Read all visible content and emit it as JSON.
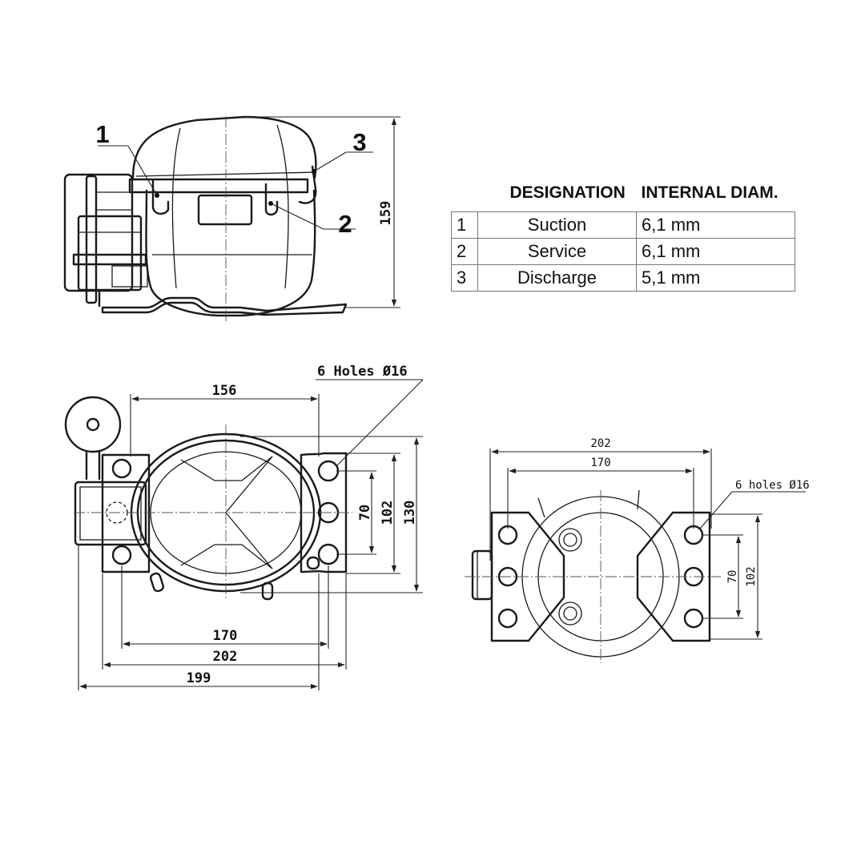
{
  "callouts": {
    "c1": "1",
    "c2": "2",
    "c3": "3"
  },
  "dimensions": {
    "height": "159",
    "front": {
      "w156": "156",
      "w170": "170",
      "w202": "202",
      "w199": "199",
      "h70": "70",
      "h102": "102",
      "h130": "130",
      "holes": "6 Holes Ø16"
    },
    "base": {
      "w202": "202",
      "w170": "170",
      "h70": "70",
      "h102": "102",
      "holes": "6 holes Ø16"
    }
  },
  "table": {
    "headers": [
      "DESIGNATION",
      "INTERNAL DIAM."
    ],
    "rows": [
      {
        "num": "1",
        "designation": "Suction",
        "diameter": "6,1 mm"
      },
      {
        "num": "2",
        "designation": "Service",
        "diameter": "6,1 mm"
      },
      {
        "num": "3",
        "designation": "Discharge",
        "diameter": "5,1 mm"
      }
    ]
  }
}
